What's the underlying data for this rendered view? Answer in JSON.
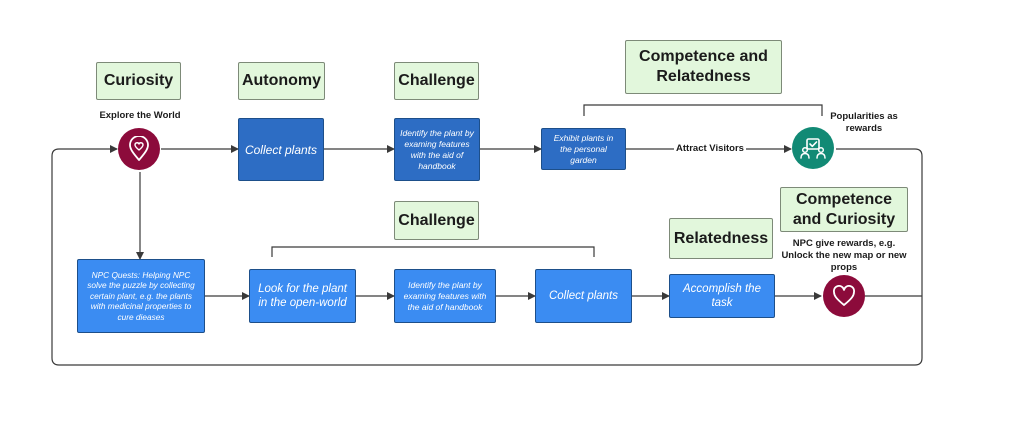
{
  "labels": {
    "curiosity": "Curiosity",
    "autonomy": "Autonomy",
    "challenge_top": "Challenge",
    "competence_relatedness": "Competence and Relatedness",
    "challenge_bottom": "Challenge",
    "relatedness": "Relatedness",
    "competence_curiosity": "Competence and Curiosity"
  },
  "boxes": {
    "collect_plants_top": "Collect plants",
    "identify_top": "Identify the plant by examing features with the aid of handbook",
    "exhibit": "Exhibit plants in the personal garden",
    "npc_quests": "NPC Quests: Helping NPC solve the puzzle by collecting certain plant, e.g. the plants with medicinal properties to cure dieases",
    "look_for": "Look for the plant in the open-world",
    "identify_bottom": "Identify the plant by examing features with the aid of handbook",
    "collect_plants_bottom": "Collect plants",
    "accomplish": "Accomplish the task"
  },
  "text": {
    "explore_world": "Explore the World",
    "attract_visitors": "Attract Visitors",
    "popularities": "Popularities as rewards",
    "npc_rewards": "NPC give rewards, e.g. Unlock the new map or new props"
  },
  "icons": {
    "explore": "heart-location-icon",
    "popularity": "people-checklist-icon",
    "rewards": "heart-icon"
  },
  "colors": {
    "label_fill": "#e2f7dc",
    "box_dark": "#2d6dc4",
    "box_light": "#3b8cf2",
    "circle_maroon": "#8c0b3b",
    "circle_teal": "#128a75"
  }
}
